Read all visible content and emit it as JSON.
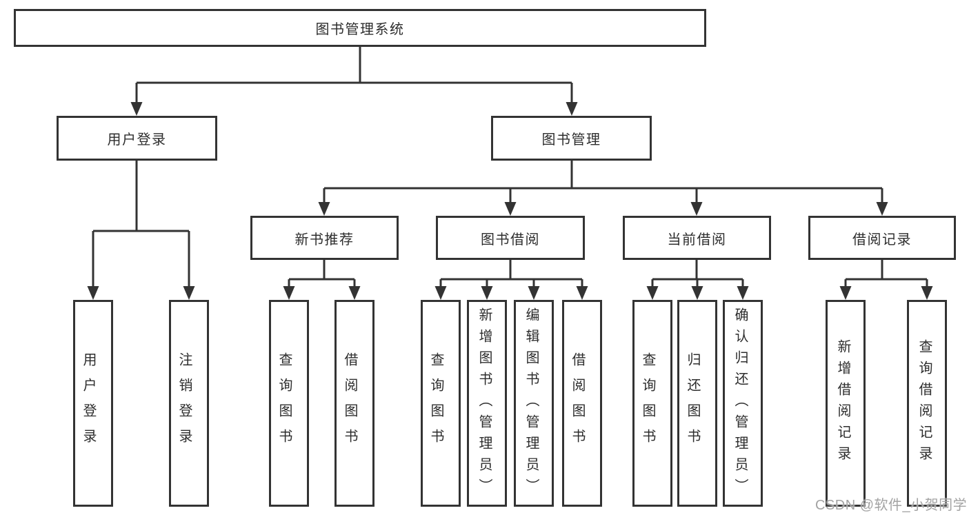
{
  "diagram": {
    "root": "图书管理系统",
    "children": [
      {
        "label": "用户登录",
        "children": [
          {
            "label": "用户登录"
          },
          {
            "label": "注销登录"
          }
        ]
      },
      {
        "label": "图书管理",
        "children": [
          {
            "label": "新书推荐",
            "children": [
              {
                "label": "查询图书"
              },
              {
                "label": "借阅图书"
              }
            ]
          },
          {
            "label": "图书借阅",
            "children": [
              {
                "label": "查询图书"
              },
              {
                "label": "新增图书（管理员）"
              },
              {
                "label": "编辑图书（管理员）"
              },
              {
                "label": "借阅图书"
              }
            ]
          },
          {
            "label": "当前借阅",
            "children": [
              {
                "label": "查询图书"
              },
              {
                "label": "归还图书"
              },
              {
                "label": "确认归还（管理员）"
              }
            ]
          },
          {
            "label": "借阅记录",
            "children": [
              {
                "label": "新增借阅记录"
              },
              {
                "label": "查询借阅记录"
              }
            ]
          }
        ]
      }
    ]
  },
  "watermark": {
    "text": "CSDN @软件_小贺同学"
  },
  "colors": {
    "line": "#333333",
    "box_border": "#333333",
    "text": "#2d2d2d",
    "watermark": "#a3a3a3",
    "background": "#ffffff"
  }
}
